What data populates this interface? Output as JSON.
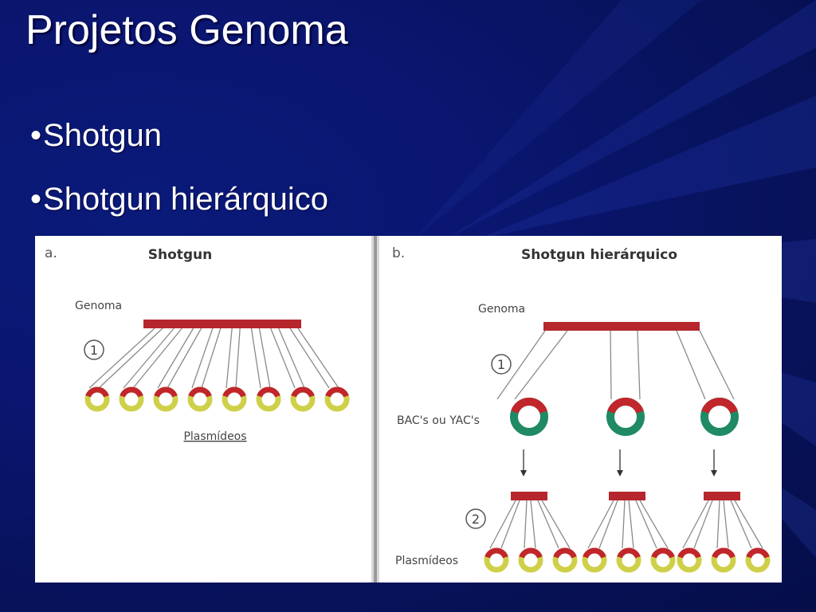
{
  "slide": {
    "title": "Projetos Genoma",
    "bullet_marker": "•",
    "bullets": [
      "Shotgun",
      "Shotgun hierárquico"
    ]
  },
  "figure": {
    "panel_a": {
      "letter": "a.",
      "heading": "Shotgun",
      "genome_label": "Genoma",
      "step": "1",
      "plasmid_label": "Plasmídeos",
      "plasmid_count": 8
    },
    "panel_b": {
      "letter": "b.",
      "heading": "Shotgun hierárquico",
      "genome_label": "Genoma",
      "step1": "1",
      "bac_label": "BAC's ou YAC's",
      "bac_count": 3,
      "step2": "2",
      "plasmid_label": "Plasmídeos",
      "plasmids_per_group": 3
    }
  },
  "colors": {
    "background": "#0a1670",
    "genome_bar": "#b5272c",
    "plasmid_ring_top": "#c0262b",
    "plasmid_ring_body": "#cfd04a",
    "bac_ring_top": "#c0262b",
    "bac_ring_body": "#1f8a63",
    "line": "#8a8a8a"
  }
}
